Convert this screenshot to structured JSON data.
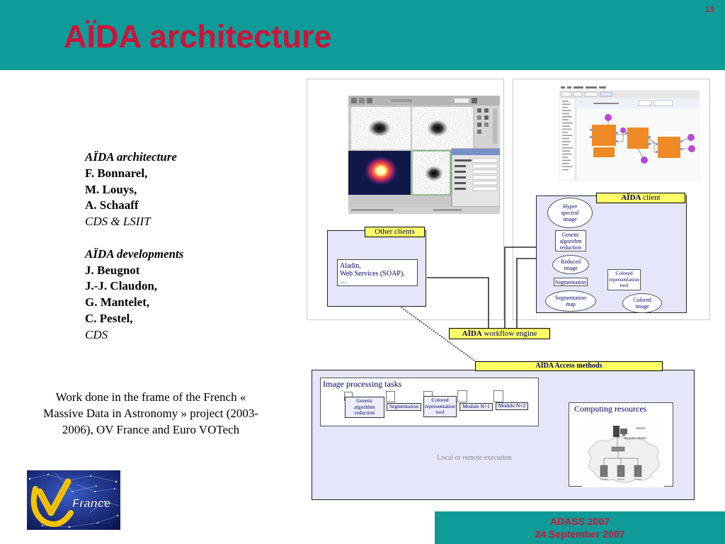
{
  "colors": {
    "header": "#0f9b98",
    "title": "#cc1439",
    "label_fill": "#ffff66",
    "box_fill": "#e6e6fa",
    "box_text": "#000066"
  },
  "slide": {
    "title": "AÏDA architecture",
    "page_number": "13"
  },
  "credits": {
    "architecture": {
      "heading": "AÏDA architecture",
      "authors": [
        "F. Bonnarel,",
        "M. Louys,",
        "A. Schaaff"
      ],
      "affiliation": "CDS & LSIIT"
    },
    "developments": {
      "heading": "AÏDA developments",
      "authors": [
        "J. Beugnot",
        "J.-J. Claudon,",
        "G. Mantelet,",
        "C. Pestel,"
      ],
      "affiliation": "CDS"
    }
  },
  "note_lines": [
    "Work done in the frame of the French «",
    "Massive Data in Astronomy » project (2003-",
    "2006), OV France and Euro VOTech"
  ],
  "logo": {
    "icon": "ov-france-logo",
    "text": "France"
  },
  "footer": {
    "event": "ADASS 2007",
    "date": "24 September 2007"
  },
  "diagram": {
    "other_clients": {
      "label": "Other clients",
      "items": [
        "Aladin,",
        "Web Services (SOAP),",
        "…"
      ]
    },
    "aida_client": {
      "label_bold": "AÏDA",
      "label": "client",
      "nodes": {
        "hyperspectral_image": "Hyper spectral image",
        "genetic_algorithm": "Genetic algorithm reduction",
        "reduced_image": "Reduced image",
        "segmentation": "Segmentation",
        "colored_representation": "Colored representation tool",
        "segmentation_map": "Segmentation map",
        "colored_image": "Colored image"
      }
    },
    "workflow_engine": {
      "label_bold": "AÏDA",
      "label": "workflow engine"
    },
    "access_methods": {
      "label": "AÏDA Access methods"
    },
    "image_processing": {
      "title": "Image processing tasks",
      "modules": [
        "Genetic algorithm reduction",
        "Segmentation",
        "Colored representation tool",
        "Module N+1",
        "Module N+2"
      ]
    },
    "execution_note": "Local or remote execution",
    "computing_resources": {
      "title": "Computing resources",
      "server_label": "Server",
      "clients_label": "Remote Clients"
    }
  }
}
